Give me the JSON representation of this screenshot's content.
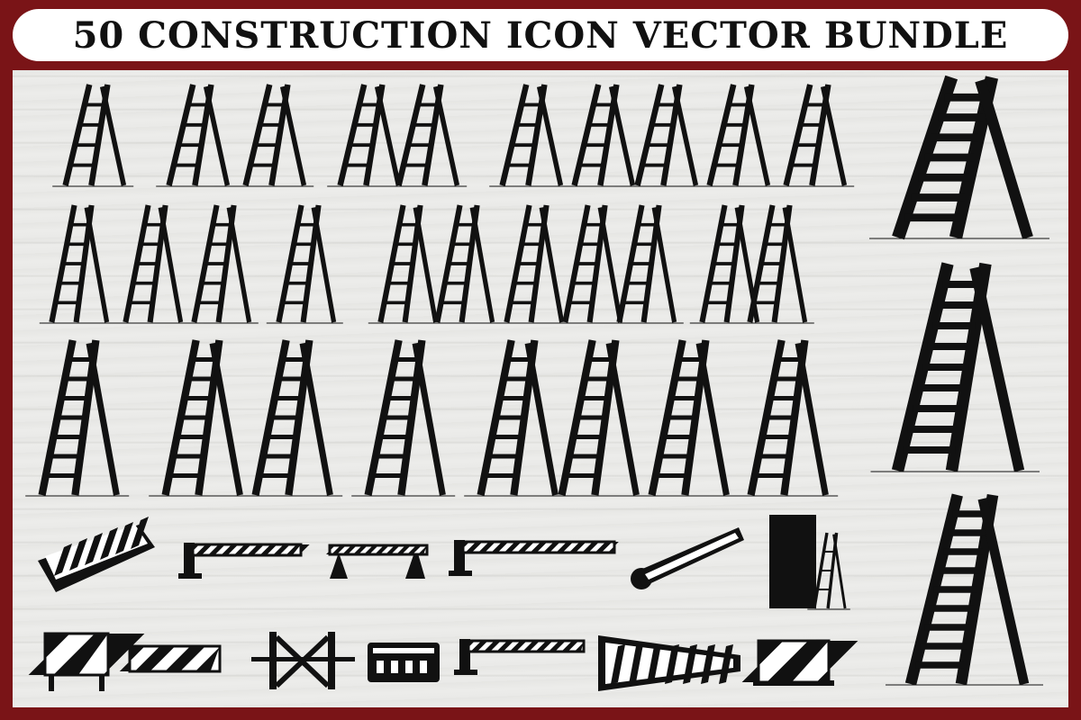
{
  "banner": {
    "title": "50 CONSTRUCTION ICON VECTOR BUNDLE"
  },
  "colors": {
    "frame": "#7a1417",
    "board": "#ececea",
    "ink": "#111111",
    "banner": "#ffffff"
  },
  "icons": {
    "ladder_rows": [
      "ladder",
      "ladder",
      "ladder"
    ],
    "barrier_row": [
      "concrete-barrier",
      "boom-gate",
      "sawhorse-barrier",
      "boom-gate",
      "boom-gate-raised",
      "door-ladder"
    ],
    "barricade_row": [
      "barricade-sign",
      "barricade-panel",
      "barricade-frame",
      "water-barrier",
      "boom-gate",
      "wedge-barrier",
      "barricade-fence"
    ]
  }
}
